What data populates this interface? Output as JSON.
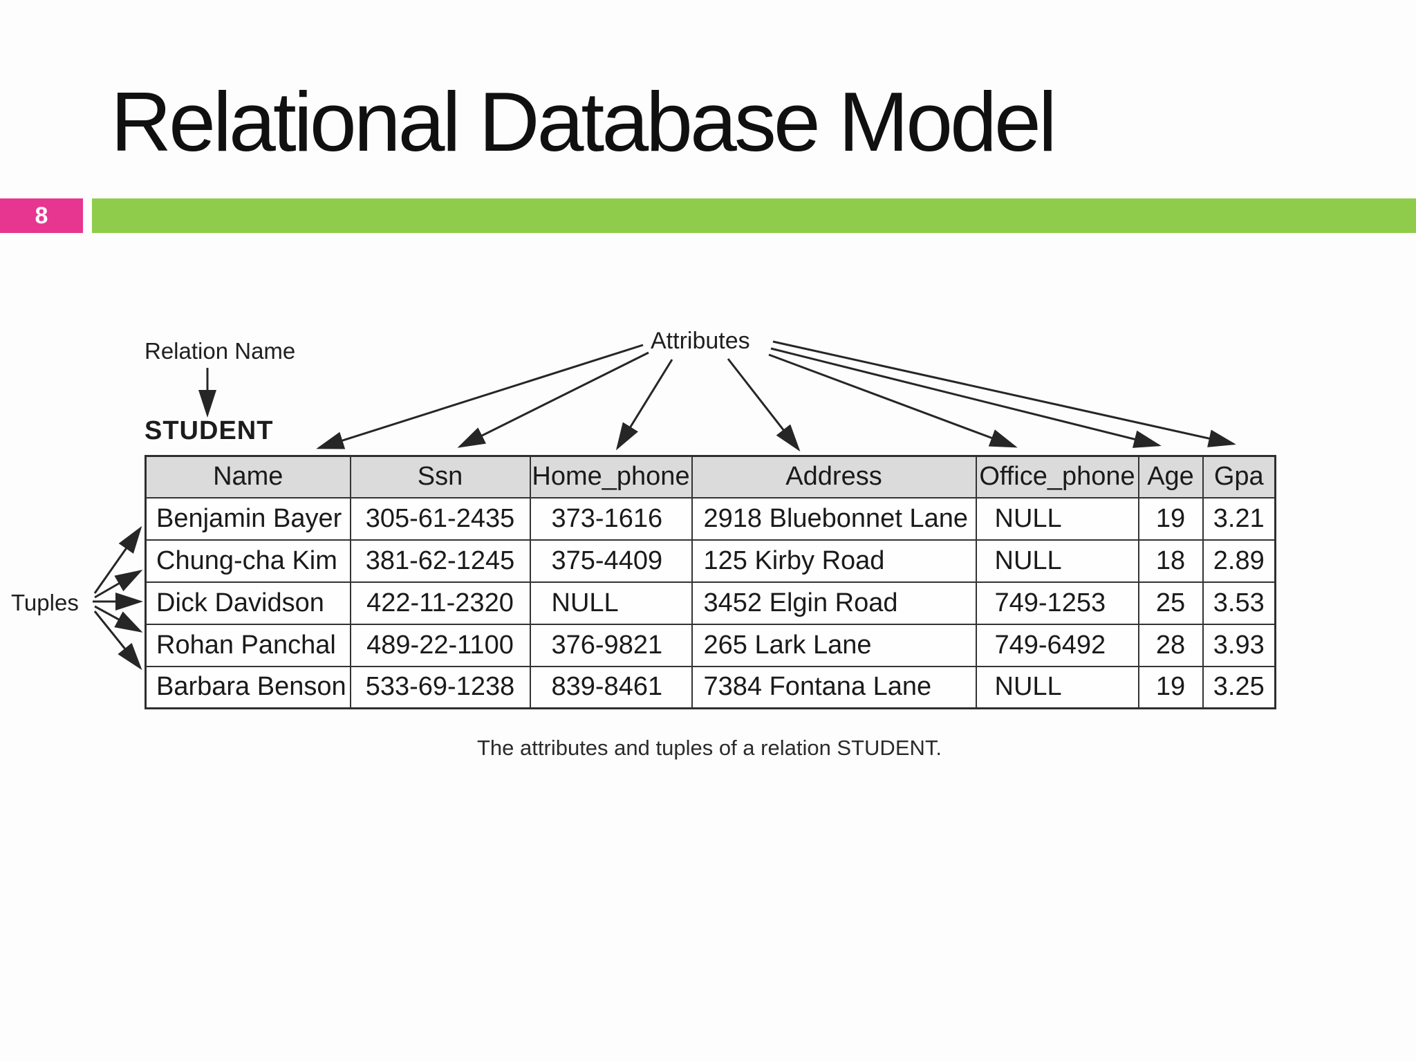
{
  "slide": {
    "title": "Relational Database Model",
    "page_number": "8",
    "accent_pink": "#E6368F",
    "accent_green": "#90CC4C"
  },
  "figure": {
    "relation_name_label": "Relation Name",
    "attributes_label": "Attributes",
    "tuples_label": "Tuples",
    "relation_title": "STUDENT",
    "caption": "The attributes and tuples of a relation STUDENT.",
    "table": {
      "headers": [
        "Name",
        "Ssn",
        "Home_phone",
        "Address",
        "Office_phone",
        "Age",
        "Gpa"
      ],
      "rows": [
        [
          "Benjamin Bayer",
          "305-61-2435",
          "373-1616",
          "2918 Bluebonnet Lane",
          "NULL",
          "19",
          "3.21"
        ],
        [
          "Chung-cha Kim",
          "381-62-1245",
          "375-4409",
          "125 Kirby Road",
          "NULL",
          "18",
          "2.89"
        ],
        [
          "Dick Davidson",
          "422-11-2320",
          "NULL",
          "3452 Elgin Road",
          "749-1253",
          "25",
          "3.53"
        ],
        [
          "Rohan Panchal",
          "489-22-1100",
          "376-9821",
          "265 Lark Lane",
          "749-6492",
          "28",
          "3.93"
        ],
        [
          "Barbara Benson",
          "533-69-1238",
          "839-8461",
          "7384 Fontana Lane",
          "NULL",
          "19",
          "3.25"
        ]
      ]
    }
  }
}
